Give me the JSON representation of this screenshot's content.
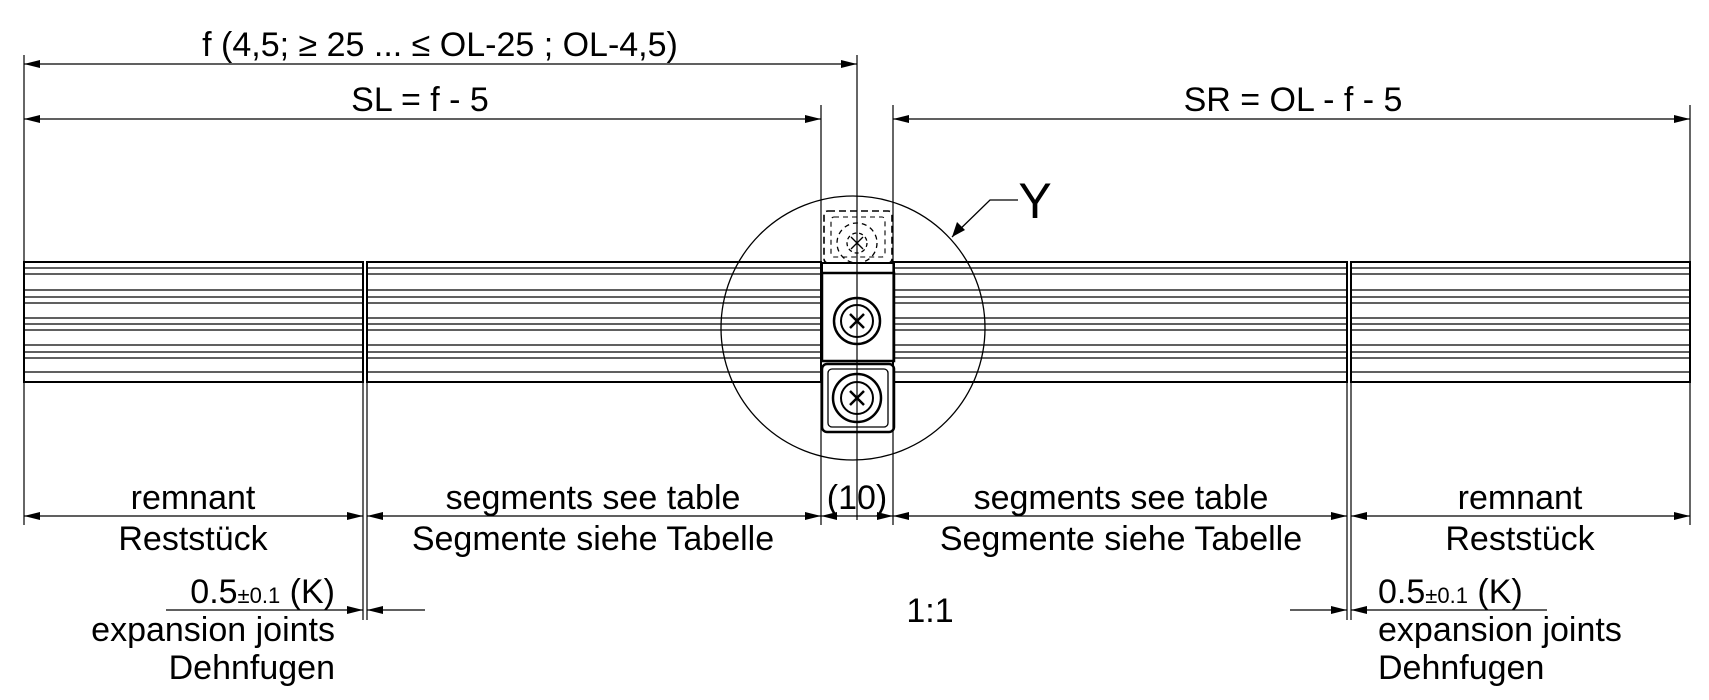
{
  "dimensions": {
    "f": "f (4,5; ≥ 25 ... ≤ OL-25 ; OL-4,5)",
    "sl": "SL = f - 5",
    "sr": "SR = OL - f - 5",
    "gap": "(10)"
  },
  "detail_marker": "Y",
  "scale": "1:1",
  "sections": {
    "left_remnant": {
      "en": "remnant",
      "de": "Reststück"
    },
    "left_segments": {
      "en": "segments see table",
      "de": "Segmente siehe Tabelle"
    },
    "right_segments": {
      "en": "segments see table",
      "de": "Segmente siehe Tabelle"
    },
    "right_remnant": {
      "en": "remnant",
      "de": "Reststück"
    }
  },
  "joints": {
    "left": {
      "value": "0.5",
      "tolerance": "±0.1",
      "suffix": "(K)",
      "en": "expansion joints",
      "de": "Dehnfugen"
    },
    "right": {
      "value": "0.5",
      "tolerance": "±0.1",
      "suffix": "(K)",
      "en": "expansion joints",
      "de": "Dehnfugen"
    }
  },
  "icons": [
    "screw-icon",
    "screw-icon",
    "screw-icon-dashed"
  ]
}
